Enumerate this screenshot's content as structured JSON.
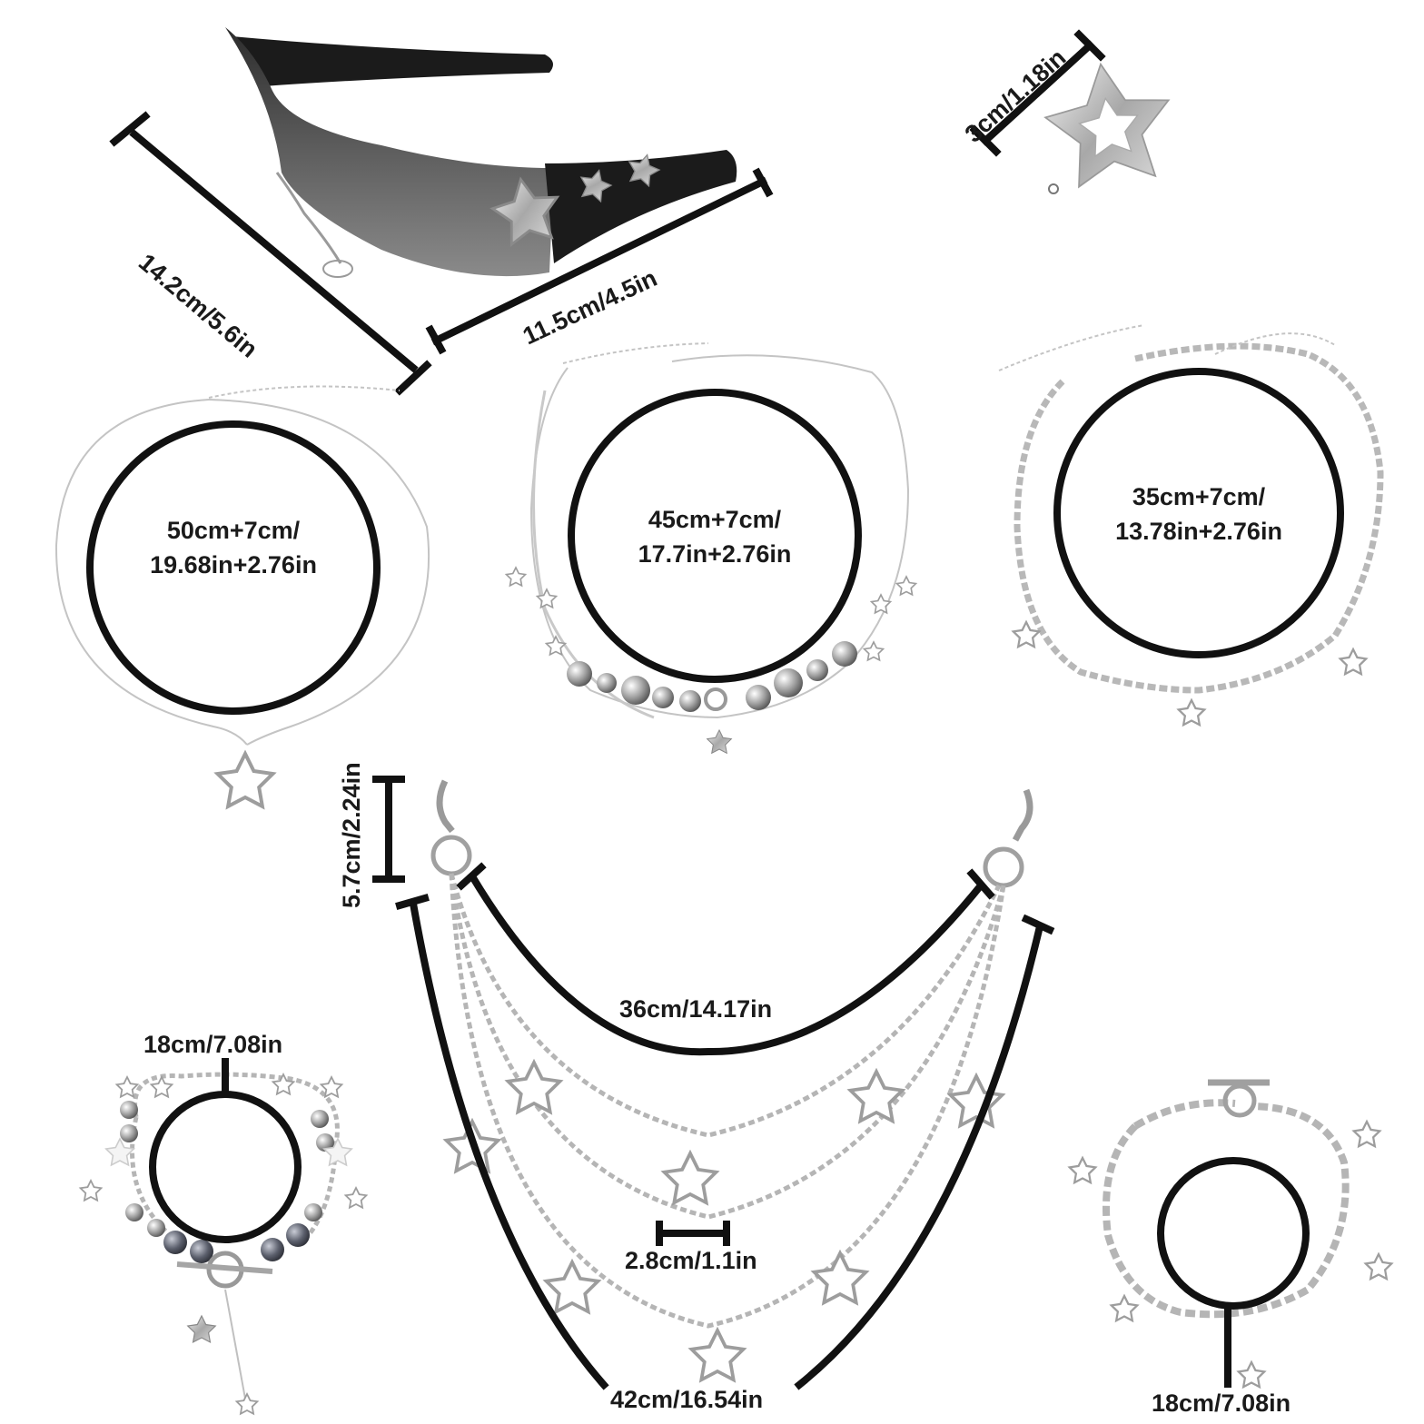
{
  "glasses": {
    "height_label": "14.2cm/5.6in",
    "width_label": "11.5cm/4.5in"
  },
  "hairclip": {
    "size_label": "3cm/1.18in"
  },
  "necklaces": [
    {
      "line1": "50cm+7cm/",
      "line2": "19.68in+2.76in"
    },
    {
      "line1": "45cm+7cm/",
      "line2": "17.7in+2.76in"
    },
    {
      "line1": "35cm+7cm/",
      "line2": "13.78in+2.76in"
    }
  ],
  "pants_chain": {
    "clip_label": "5.7cm/2.24in",
    "inner_label": "36cm/14.17in",
    "star_label": "2.8cm/1.1in",
    "outer_label": "42cm/16.54in"
  },
  "bracelets": [
    {
      "label": "18cm/7.08in"
    },
    {
      "label": "18cm/7.08in"
    }
  ],
  "colors": {
    "ink": "#111111",
    "silver": "#b9b9b9",
    "lens": "#555555",
    "frame": "#1b1b1b"
  }
}
